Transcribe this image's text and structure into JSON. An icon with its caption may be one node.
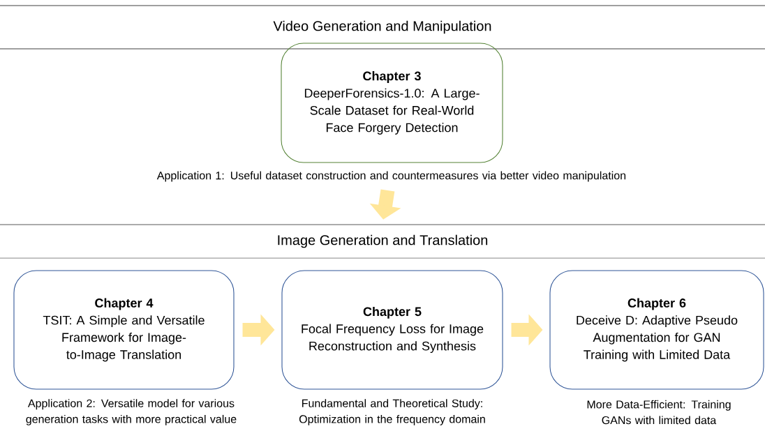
{
  "diagram": {
    "nodes": [
      {
        "text": [
          "Video Generation and Manipulation"
        ]
      },
      {
        "text": [
          "Chapter 3",
          "DeeperForensics-1.0: A Large-Scale Dataset for Real-World Face Forgery Detection"
        ],
        "beside": [
          "Application 1: Useful dataset construction and countermeasures via better video manipulation"
        ]
      },
      {
        "text": [
          "Image Generation and Translation"
        ]
      },
      {
        "text": [
          "Chapter 4",
          "TSIT: A Simple and Versatile Framework for Image-to-Image Translation"
        ],
        "beside": [
          "Application 2: Versatile model for various generation tasks with more practical value"
        ]
      },
      {
        "text": [
          "Chapter 5",
          "Focal Frequency Loss for Image Reconstruction and Synthesis"
        ],
        "beside": [
          "Fundamental and Theoretical Study: Optimization in the frequency domain"
        ]
      },
      {
        "text": [
          "Chapter 6",
          "Deceive D: Adaptive Pseudo Augmentation for GAN Training with Limited Data"
        ],
        "beside": [
          "More Data-Efficient: Training GANs with limited data"
        ]
      }
    ],
    "edges": [
      {
        "from": 1,
        "to": 2,
        "arrow": "to"
      },
      {
        "from": 3,
        "to": 4,
        "arrow": "to"
      },
      {
        "from": 4,
        "to": 5,
        "arrow": "to"
      }
    ]
  }
}
